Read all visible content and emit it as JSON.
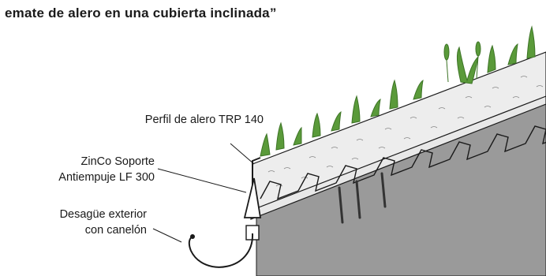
{
  "title": "ematе de alero en una cubierta inclinada”",
  "callouts": {
    "eave_profile": "Perfil de alero TRP 140",
    "support_line1": "ZinCo Soporte",
    "support_line2": "Antiempuje  LF 300",
    "drain_line1": "Desagüe exterior",
    "drain_line2": "con canelón"
  },
  "colors": {
    "gravel": "#ededed",
    "gravel_dots": "#8a8a8a",
    "wall": "#9a9a9a",
    "vegetation": "#5a9a3a",
    "line": "#1a1a1a"
  }
}
